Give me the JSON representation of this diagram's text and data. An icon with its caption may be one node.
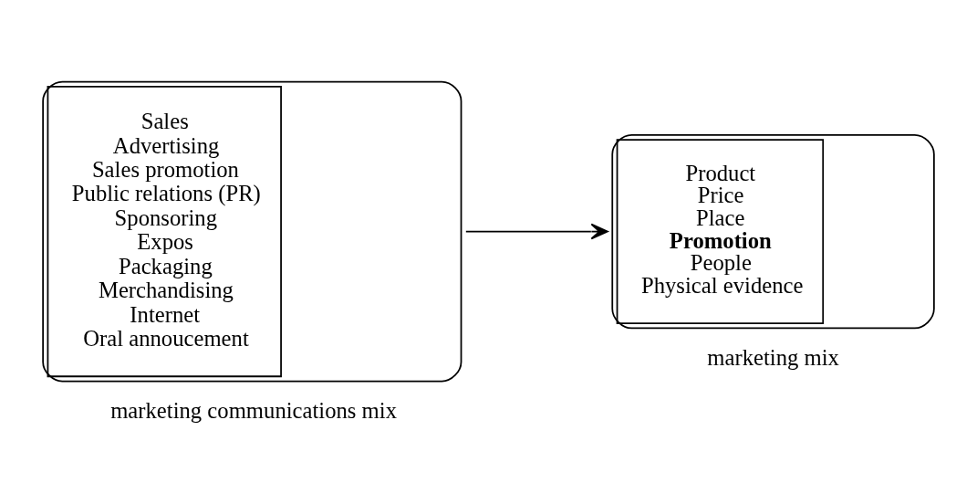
{
  "diagram": {
    "nodes": [
      {
        "text": [
          "Sales",
          "Advertising",
          "Sales promotion",
          "Public relations (PR)",
          "Sponsoring",
          "Expos",
          "Packaging",
          "Merchandising",
          "Internet",
          "Oral annoucement"
        ],
        "beside": [
          "marketing communications mix"
        ]
      },
      {
        "text": [
          "Product",
          "Price",
          "Place",
          "Promotion",
          "People",
          "Physical evidence"
        ],
        "beside": [
          "marketing mix"
        ]
      }
    ],
    "edges": [
      {
        "from": 0,
        "to": 1,
        "arrow": "to"
      }
    ]
  }
}
